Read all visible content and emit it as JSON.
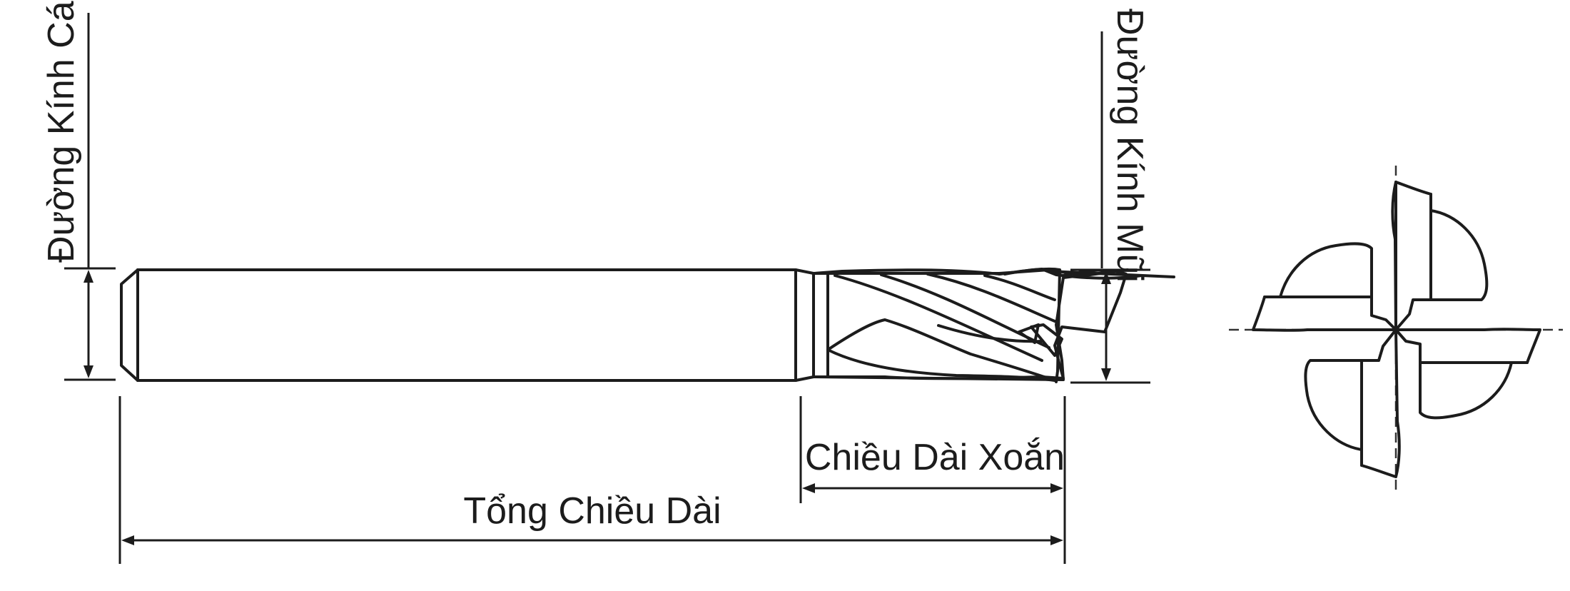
{
  "labels": {
    "shank_diameter": "Đường Kính Cán",
    "cutter_diameter": "Đường Kính Mũi",
    "flute_length": "Chiều Dài Xoắn",
    "overall_length": "Tổng Chiều Dài"
  },
  "colors": {
    "body_light": "#fbf7ee",
    "body_mid": "#eadcb6",
    "body_dark": "#cfb77e",
    "outline": "#1c1c1c"
  },
  "icons": {
    "end_view": "four-flute-end-view"
  }
}
